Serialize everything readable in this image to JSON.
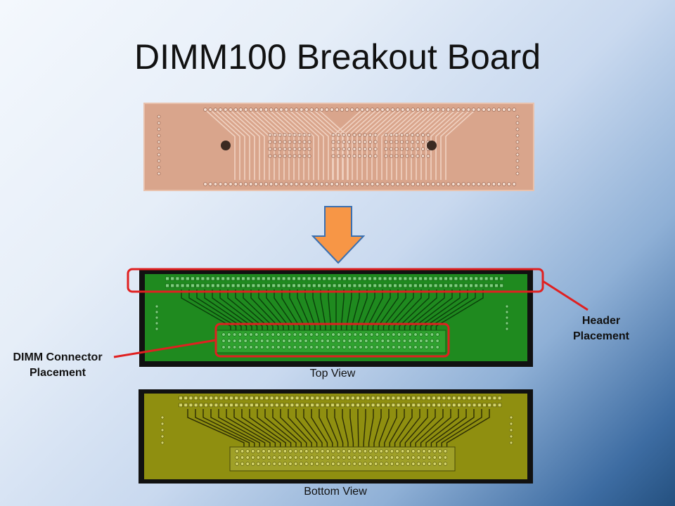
{
  "slide": {
    "title": "DIMM100 Breakout Board",
    "callouts": {
      "header_line1": "Header",
      "header_line2": "Placement",
      "dimm_line1": "DIMM Connector",
      "dimm_line2": "Placement"
    },
    "captions": {
      "top_view": "Top View",
      "bottom_view": "Bottom View"
    }
  },
  "colors": {
    "arrow_fill": "#f79646",
    "arrow_stroke": "#3a6fb0",
    "highlight_red": "#e02020",
    "copper": "#d9a58c",
    "pcb_top_green": "#1f8a1f",
    "pcb_bottom_olive": "#8f8f10"
  }
}
